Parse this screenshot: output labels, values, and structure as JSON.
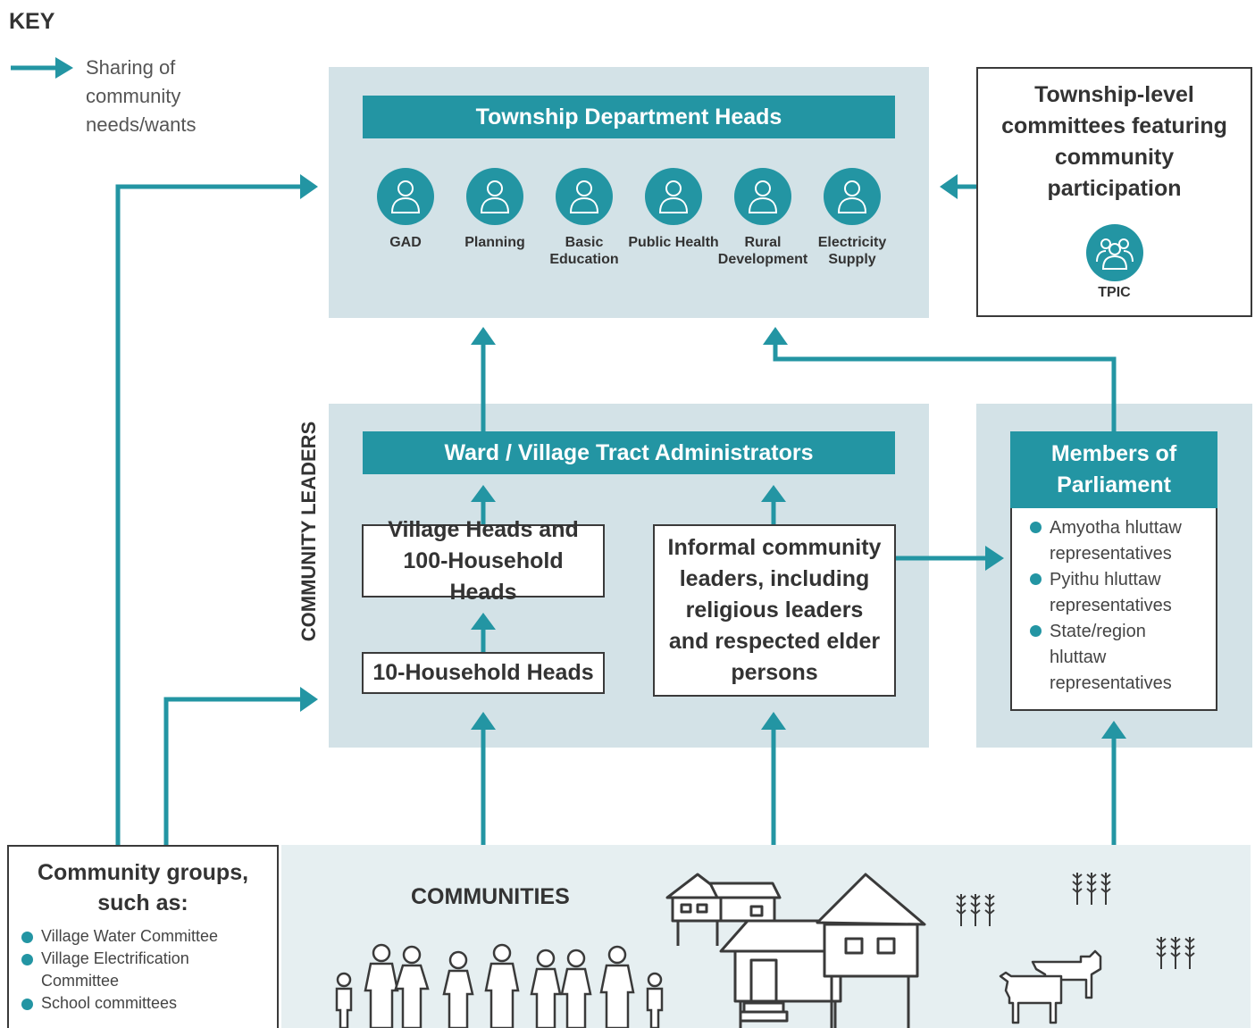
{
  "key": {
    "title": "KEY",
    "arrow_label": "Sharing of community needs/wants"
  },
  "township": {
    "header": "Township Department Heads",
    "departments": [
      "GAD",
      "Planning",
      "Basic Education",
      "Public Health",
      "Rural Development",
      "Electricity Supply"
    ]
  },
  "committees": {
    "title": "Township-level committees featuring community participation",
    "icon_label": "TPIC"
  },
  "community_leaders": {
    "side_label": "COMMUNITY LEADERS",
    "header": "Ward / Village Tract Administrators",
    "village_heads": "Village Heads and 100-Household Heads",
    "household_heads": "10-Household Heads",
    "informal_leaders": "Informal community leaders, including religious leaders and respected elder persons"
  },
  "parliament": {
    "header": "Members of Parliament",
    "items": [
      "Amyotha hluttaw representatives",
      "Pyithu hluttaw representatives",
      "State/region hluttaw representatives"
    ]
  },
  "community_groups": {
    "title": "Community groups, such as:",
    "items": [
      "Village Water Committee",
      "Village Electrification Committee",
      "School committees"
    ]
  },
  "communities": {
    "label": "COMMUNITIES"
  },
  "colors": {
    "teal": "#2395a3",
    "panel": "#d3e2e7",
    "community_bg": "#e6eff1",
    "border": "#3a3a3a"
  }
}
